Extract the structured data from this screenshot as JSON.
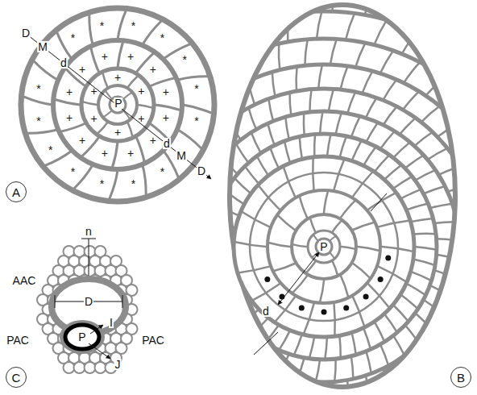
{
  "diagram": {
    "nodes": [
      {
        "text": [
          "A"
        ]
      },
      {
        "text": [
          "B"
        ]
      },
      {
        "text": [
          "C"
        ]
      }
    ],
    "labels": [
      "D",
      "M",
      "d",
      "P",
      "d",
      "M",
      "D",
      "*",
      "*",
      "*",
      "*",
      "*",
      "*",
      "*",
      "*",
      "*",
      "*",
      "*",
      "*",
      "*",
      "*",
      "+",
      "+",
      "+",
      "+",
      "+",
      "+",
      "+",
      "+",
      "+",
      "+",
      "+",
      "+",
      "+",
      "+",
      "+",
      "+",
      "+",
      "+",
      "P",
      "d",
      "n",
      "AAC",
      "D",
      "I",
      "P",
      "PAC",
      "PAC",
      "J"
    ]
  }
}
